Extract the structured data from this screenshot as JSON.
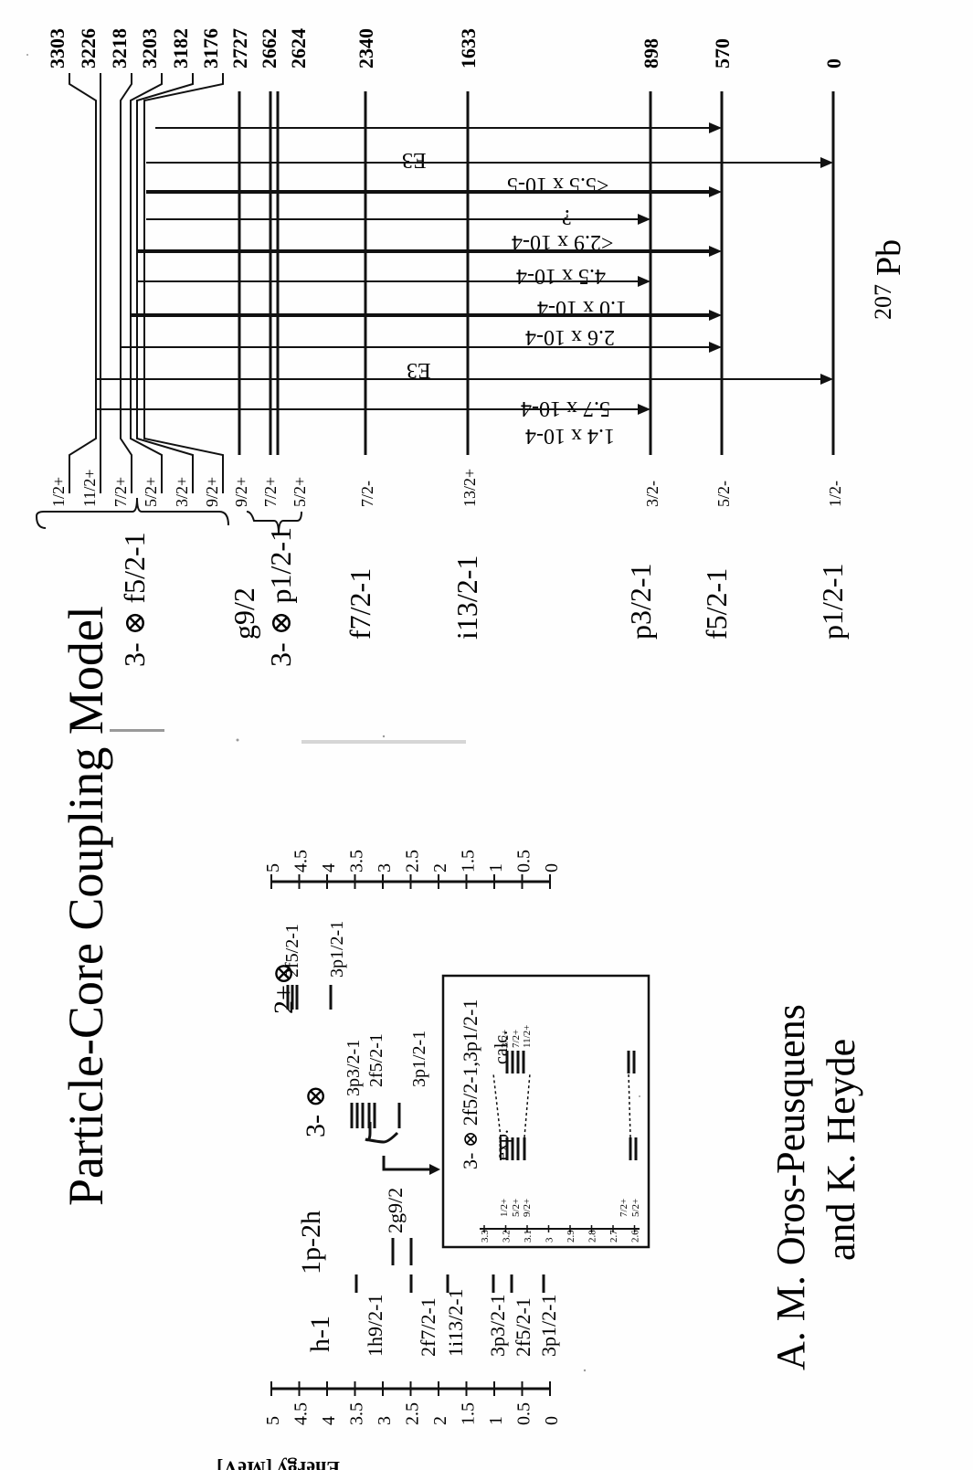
{
  "title": "Particle-Core Coupling Model",
  "authors": {
    "line1": "A. M. Oros-Peusquens",
    "line2": "and K. Heyde"
  },
  "nucleus": {
    "mass": "207",
    "symbol": "Pb"
  },
  "level_scheme": {
    "right_energies": [
      "3303",
      "3226",
      "3218",
      "3203",
      "3182",
      "3176",
      "2727",
      "2662",
      "2624",
      "2340",
      "1633",
      "898",
      "570",
      "0"
    ],
    "left_spins": [
      "1/2+",
      "11/2+",
      "7/2+",
      "5/2+",
      "3/2+",
      "9/2+",
      "9/2+",
      "7/2+",
      "5/2+",
      "7/2-",
      "13/2+",
      "3/2-",
      "5/2-",
      "1/2-"
    ],
    "config_labels": [
      "3- ⊗ f5/2-1",
      "g9/2",
      "3- ⊗ p1/2-1",
      "f7/2-1",
      "i13/2-1",
      "p3/2-1",
      "f5/2-1",
      "p1/2-1"
    ],
    "transition_labels": [
      "E3",
      "<5.5 x 10-5",
      "?",
      "<2.9 x 10-4",
      "4.5 x 10-4",
      "1.0 x 10-4",
      "2.6 x 10-4",
      "E3",
      "5.7 x 10-4",
      "1.4 x 10-4"
    ]
  },
  "energy_plot": {
    "axis_label": "Energy [MeV]",
    "ticks": [
      "5",
      "4.5",
      "4",
      "3.5",
      "3",
      "2.5",
      "2",
      "1.5",
      "1",
      "0.5",
      "0"
    ],
    "ticks_right": [
      "5",
      "4.5",
      "4",
      "3.5",
      "3",
      "2.5",
      "2",
      "1.5",
      "1",
      "0.5",
      "0"
    ],
    "column_labels": [
      "h-1",
      "1p-2h",
      "3- ⊗",
      "2+⊗"
    ],
    "hole_states": [
      "1h9/2-1",
      "2f7/2-1",
      "1i13/2-1",
      "3p3/2-1",
      "2f5/2-1",
      "3p1/2-1"
    ],
    "particle_label": "2g9/2",
    "octupole_states": [
      "3p3/2-1",
      "2f5/2-1",
      "3p1/2-1"
    ],
    "quadrupole_states": [
      "2f5/2-1",
      "3p1/2-1"
    ],
    "inset": {
      "title": "3- ⊗ 2f5/2-1,3p1/2-1",
      "labels": [
        "exp.",
        "calc."
      ],
      "axis_ticks": [
        "3.3",
        "3.2",
        "3.1",
        "3",
        "2.9",
        "2.8",
        "2.7",
        "2.6"
      ],
      "exp_spins": [
        "1/2+",
        "5/2+",
        "9/2+",
        "7/2+",
        "5/2+"
      ],
      "calc_spins": [
        "3/2+",
        "7/2+",
        "11/2+"
      ]
    }
  }
}
